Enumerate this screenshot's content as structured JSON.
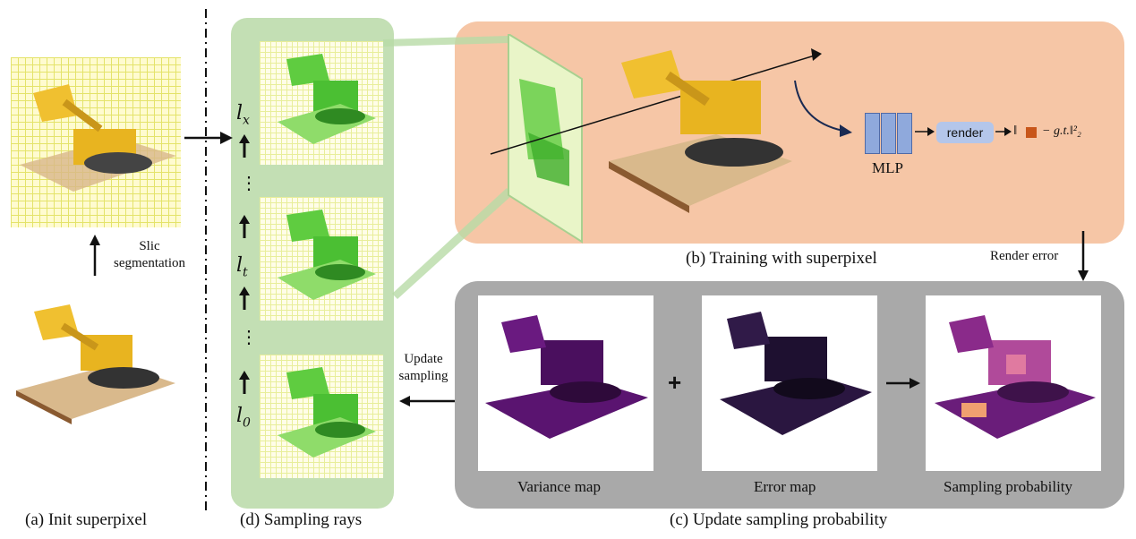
{
  "captions": {
    "a": "(a) Init superpixel",
    "d": "(d) Sampling rays",
    "b": "(b) Training with superpixel",
    "c": "(c) Update sampling probability"
  },
  "labels": {
    "slic_line1": "Slic",
    "slic_line2": "segmentation",
    "update_line1": "Update",
    "update_line2": "sampling",
    "render_error": "Render error",
    "mlp": "MLP",
    "render": "render",
    "loss_suffix": "− g.t.‖²₂",
    "loss_prefix": "‖",
    "variance_map": "Variance map",
    "error_map": "Error map",
    "sampling_probability": "Sampling probability",
    "plus": "+"
  },
  "ray_levels": {
    "top": "l",
    "top_sub": "x",
    "mid": "l",
    "mid_sub": "t",
    "bottom": "l",
    "bottom_sub": "0",
    "dots": "⋮"
  },
  "colors": {
    "panel_b": "#f6c6a6",
    "panel_c": "#a9a9a9",
    "panel_d": "#c3dfb4",
    "mlp_blue": "#8fa9dc",
    "render_box": "#b4c6ea",
    "loss_square": "#c8561a",
    "variance_purple": "#5a1470",
    "error_dark": "#2a1640",
    "probability_magenta": "#8a2a8a"
  }
}
